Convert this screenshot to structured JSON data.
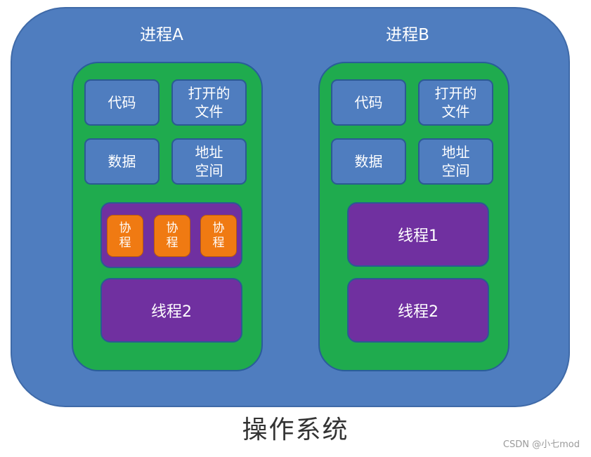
{
  "os": {
    "label": "操作系统"
  },
  "processA": {
    "title": "进程A",
    "resources": [
      "代码",
      "打开的\n文件",
      "数据",
      "地址\n空间"
    ],
    "coroutines": [
      "协\n程",
      "协\n程",
      "协\n程"
    ],
    "thread": "线程2"
  },
  "processB": {
    "title": "进程B",
    "resources": [
      "代码",
      "打开的\n文件",
      "数据",
      "地址\n空间"
    ],
    "threads": [
      "线程1",
      "线程2"
    ]
  },
  "watermark": "CSDN @小七mod",
  "colors": {
    "os": "#4f7dbf",
    "process": "#1fab4e",
    "thread": "#7030a0",
    "coroutine": "#f07a12"
  }
}
